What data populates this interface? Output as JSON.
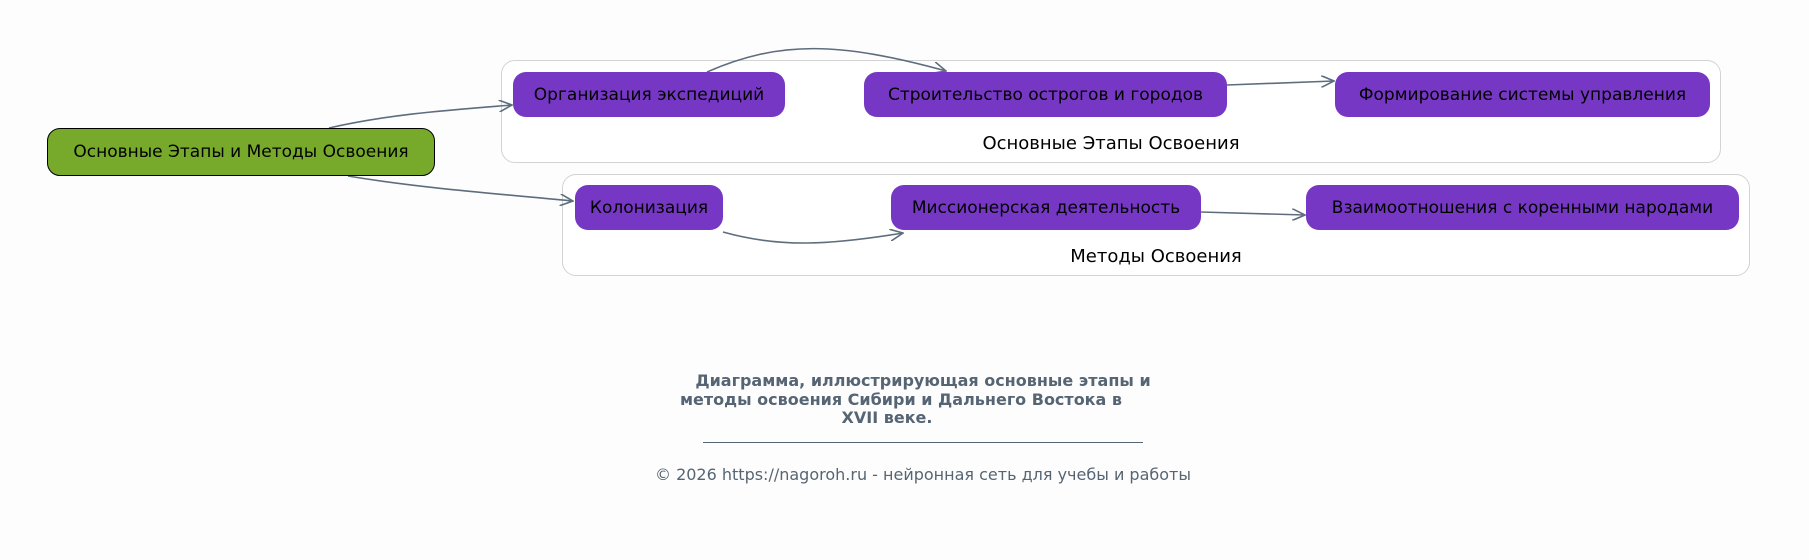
{
  "root": {
    "label": "Основные Этапы и Методы Освоения"
  },
  "clusters": [
    {
      "label": "Основные Этапы Освоения",
      "nodes": [
        "Организация экспедиций",
        "Строительство острогов и городов",
        "Формирование системы управления"
      ]
    },
    {
      "label": "Методы Освоения",
      "nodes": [
        "Колонизация",
        "Миссионерская деятельность",
        "Взаимоотношения с коренными народами"
      ]
    }
  ],
  "caption": {
    "line1": "Диаграмма, иллюстрирующая основные этапы и",
    "line2": "методы освоения Сибири и Дальнего Востока в",
    "line3": "XVII веке."
  },
  "footer": "© 2026 https://nagoroh.ru - нейронная сеть для учебы и работы",
  "colors": {
    "root": "#77aa2a",
    "node": "#7638c4",
    "edge": "#5d6d7e",
    "text_muted": "#566573"
  }
}
